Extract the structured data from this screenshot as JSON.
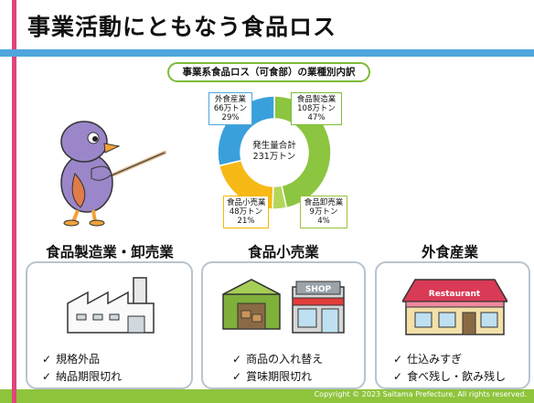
{
  "page": {
    "title": "事業活動にともなう食品ロス",
    "copyright": "Copyright © 2023 Saitama Prefecture, All rights reserved."
  },
  "chart_data": {
    "type": "pie",
    "title": "事業系食品ロス（可食部）の業種別内訳",
    "center_label_1": "発生量合計",
    "center_label_2": "231万トン",
    "slices": [
      {
        "name": "食品製造業",
        "amount": "108万トン",
        "percent_label": "47%",
        "value": 47,
        "color": "#8cc540"
      },
      {
        "name": "食品卸売業",
        "amount": "9万トン",
        "percent_label": "4%",
        "value": 4,
        "color": "#b3d65a"
      },
      {
        "name": "食品小売業",
        "amount": "48万トン",
        "percent_label": "21%",
        "value": 21,
        "color": "#f7b916"
      },
      {
        "name": "外食産業",
        "amount": "66万トン",
        "percent_label": "29%",
        "value": 29,
        "color": "#3aa0dc"
      }
    ]
  },
  "categories": [
    {
      "title": "食品製造業・卸売業",
      "items": [
        "規格外品",
        "納品期限切れ"
      ]
    },
    {
      "title": "食品小売業",
      "items": [
        "商品の入れ替え",
        "賞味期限切れ"
      ]
    },
    {
      "title": "外食産業",
      "items": [
        "仕込みすぎ",
        "食べ残し・飲み残し"
      ]
    }
  ],
  "icons": {
    "mascot": "bird-mascot-pointer-icon",
    "factory": "factory-icon",
    "warehouse": "warehouse-icon",
    "shop": "shop-icon",
    "restaurant": "restaurant-icon",
    "check": "✓"
  },
  "shop_sign": "SHOP",
  "restaurant_sign": "Restaurant"
}
